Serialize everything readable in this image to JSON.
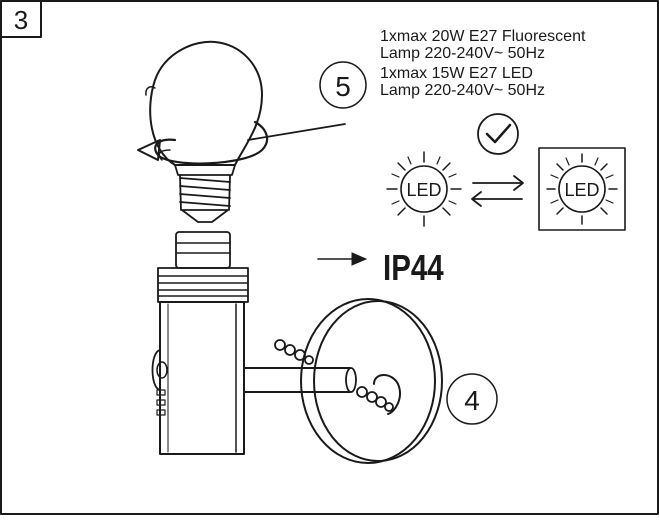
{
  "step_number": "3",
  "callouts": {
    "step5": "5",
    "step4": "4"
  },
  "bulb_spec": {
    "line1": "1xmax 20W E27 Fluorescent",
    "line2": "Lamp 220-240V~ 50Hz",
    "line3": "1xmax 15W E27 LED",
    "line4": "Lamp 220-240V~ 50Hz"
  },
  "led_left_label": "LED",
  "led_right_label": "LED",
  "ip_rating": "IP44",
  "icons": [
    "checkmark-icon",
    "swap-arrows-icon",
    "rotate-arrow-icon",
    "pointer-arrow-icon"
  ],
  "colors": {
    "ink": "#1a1a1a",
    "background": "#ffffff"
  }
}
